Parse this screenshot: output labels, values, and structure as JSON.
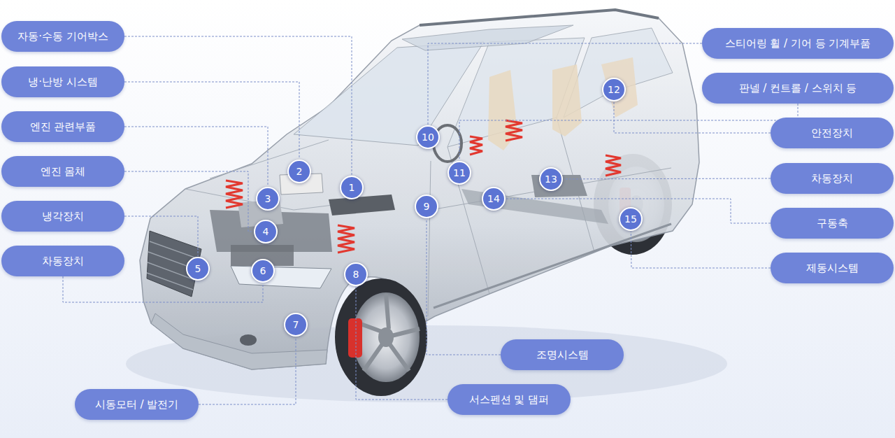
{
  "diagram": {
    "nodes": [
      {
        "text": [
          "자동·수동 기어박스"
        ]
      },
      {
        "text": [
          "냉·난방 시스템"
        ]
      },
      {
        "text": [
          "엔진 관련부품"
        ]
      },
      {
        "text": [
          "엔진 몸체"
        ]
      },
      {
        "text": [
          "냉각장치"
        ]
      },
      {
        "text": [
          "차동장치"
        ]
      },
      {
        "text": [
          "시동모터 / 발전기"
        ]
      },
      {
        "text": [
          "스티어링 휠 / 기어 등 기계부품"
        ]
      },
      {
        "text": [
          "판넬 / 컨트롤 / 스위치 등"
        ]
      },
      {
        "text": [
          "안전장치"
        ]
      },
      {
        "text": [
          "차동장치"
        ]
      },
      {
        "text": [
          "구동축"
        ]
      },
      {
        "text": [
          "제동시스템"
        ]
      },
      {
        "text": [
          "조명시스템"
        ]
      },
      {
        "text": [
          "서스펜션 및 댐퍼"
        ]
      },
      {
        "text": [
          "1"
        ]
      },
      {
        "text": [
          "2"
        ]
      },
      {
        "text": [
          "3"
        ]
      },
      {
        "text": [
          "4"
        ]
      },
      {
        "text": [
          "5"
        ]
      },
      {
        "text": [
          "6"
        ]
      },
      {
        "text": [
          "7"
        ]
      },
      {
        "text": [
          "8"
        ]
      },
      {
        "text": [
          "9"
        ]
      },
      {
        "text": [
          "10"
        ]
      },
      {
        "text": [
          "11"
        ]
      },
      {
        "text": [
          "12"
        ]
      },
      {
        "text": [
          "13"
        ]
      },
      {
        "text": [
          "14"
        ]
      },
      {
        "text": [
          "15"
        ]
      }
    ],
    "edges": [
      {
        "from": 0,
        "to": 15,
        "arrow": "none"
      },
      {
        "from": 1,
        "to": 16,
        "arrow": "none"
      },
      {
        "from": 2,
        "to": 17,
        "arrow": "none"
      },
      {
        "from": 3,
        "to": 18,
        "arrow": "none"
      },
      {
        "from": 4,
        "to": 19,
        "arrow": "none"
      },
      {
        "from": 5,
        "to": 20,
        "arrow": "none"
      },
      {
        "from": 6,
        "to": 21,
        "arrow": "none"
      },
      {
        "from": 14,
        "to": 22,
        "arrow": "none"
      },
      {
        "from": 13,
        "to": 23,
        "arrow": "none"
      },
      {
        "from": 7,
        "to": 24,
        "arrow": "none"
      },
      {
        "from": 8,
        "to": 25,
        "arrow": "none"
      },
      {
        "from": 9,
        "to": 26,
        "arrow": "none"
      },
      {
        "from": 10,
        "to": 27,
        "arrow": "none"
      },
      {
        "from": 11,
        "to": 28,
        "arrow": "none"
      },
      {
        "from": 12,
        "to": 29,
        "arrow": "none"
      }
    ]
  }
}
